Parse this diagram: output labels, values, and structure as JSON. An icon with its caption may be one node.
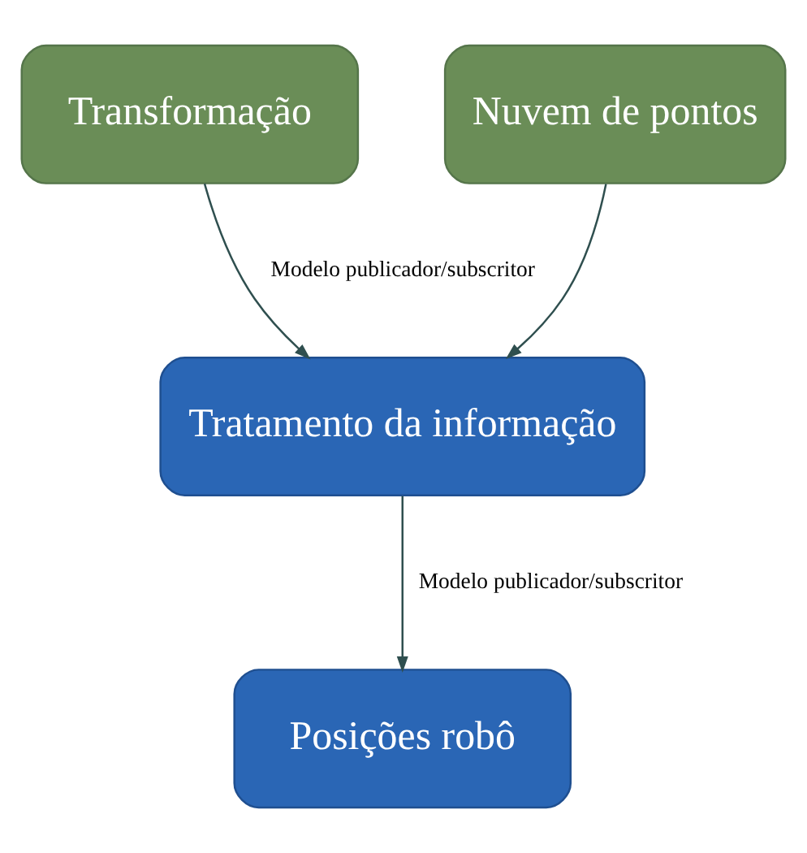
{
  "diagram": {
    "nodes": [
      {
        "text": [
          "Transformação"
        ]
      },
      {
        "text": [
          "Nuvem de pontos"
        ]
      },
      {
        "text": [
          "Tratamento da informação"
        ]
      },
      {
        "text": [
          "Posições robô"
        ]
      }
    ],
    "edges": [
      {
        "from": 0,
        "to": 2,
        "arrow": "to",
        "label": "Modelo publicador/subscritor"
      },
      {
        "from": 1,
        "to": 2,
        "arrow": "to"
      },
      {
        "from": 2,
        "to": 3,
        "arrow": "to",
        "label": "Modelo publicador/subscritor"
      }
    ]
  }
}
